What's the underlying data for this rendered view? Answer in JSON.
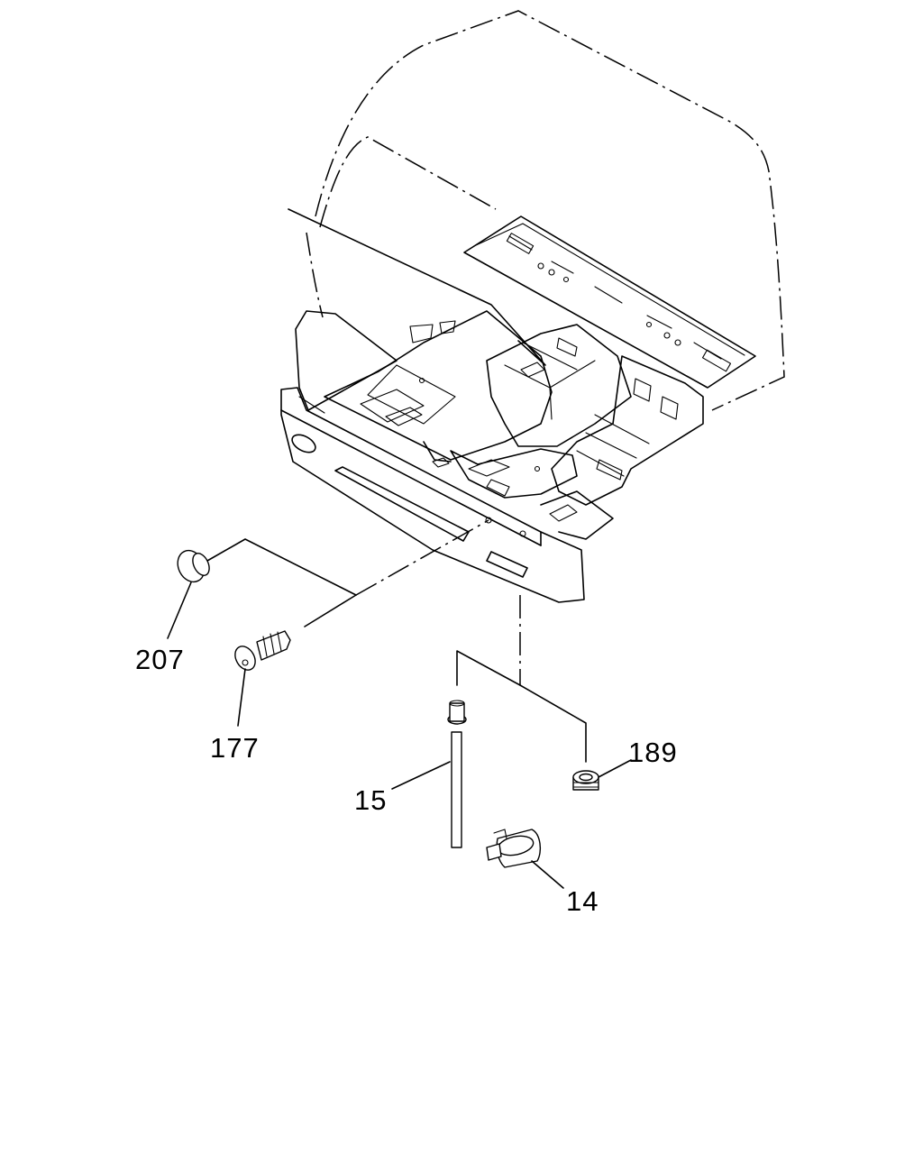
{
  "diagram": {
    "callouts": [
      {
        "id": "207",
        "label": "207"
      },
      {
        "id": "177",
        "label": "177"
      },
      {
        "id": "15",
        "label": "15"
      },
      {
        "id": "189",
        "label": "189"
      },
      {
        "id": "14",
        "label": "14"
      }
    ]
  }
}
